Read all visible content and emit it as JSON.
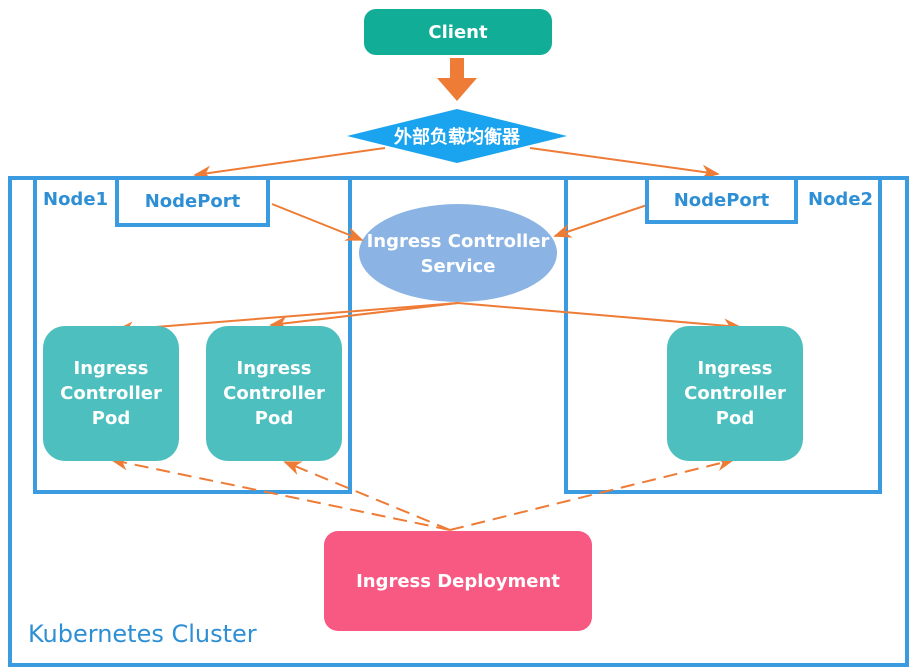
{
  "client": {
    "label": "Client"
  },
  "load_balancer": {
    "label": "外部负载均衡器"
  },
  "cluster": {
    "label": "Kubernetes Cluster"
  },
  "nodes": [
    {
      "label": "Node1",
      "nodeport_label": "NodePort"
    },
    {
      "label": "Node2",
      "nodeport_label": "NodePort"
    }
  ],
  "service": {
    "line1": "Ingress Controller",
    "line2": "Service"
  },
  "pods": [
    {
      "line1": "Ingress",
      "line2": "Controller",
      "line3": "Pod"
    },
    {
      "line1": "Ingress",
      "line2": "Controller",
      "line3": "Pod"
    },
    {
      "line1": "Ingress",
      "line2": "Controller",
      "line3": "Pod"
    }
  ],
  "deployment": {
    "label": "Ingress Deployment"
  },
  "colors": {
    "cluster_border": "#3a9be0",
    "client": "#12ad97",
    "load_balancer": "#1aa3ef",
    "service": "#8bb3e3",
    "pod": "#4dbfbf",
    "deployment": "#f75983",
    "arrow": "#ee7b36"
  }
}
